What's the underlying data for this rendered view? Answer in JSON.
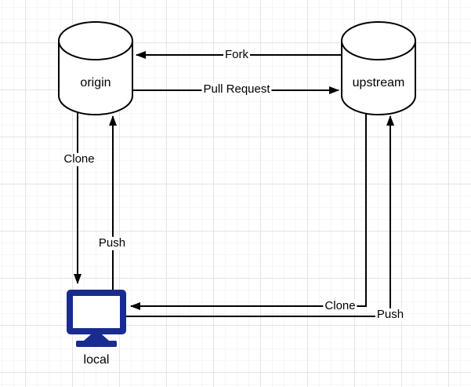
{
  "canvas": {
    "background": "#ffffff",
    "grid_minor_color": "#f6f6f6",
    "grid_major_color": "#e4e4e4"
  },
  "diagram": {
    "type": "git-fork-workflow",
    "stroke_color": "#000000",
    "nodes": {
      "origin": {
        "label": "origin",
        "shape": "database-cylinder",
        "fill": "#ffffff"
      },
      "upstream": {
        "label": "upstream",
        "shape": "database-cylinder",
        "fill": "#ffffff"
      },
      "local": {
        "label": "local",
        "shape": "computer-monitor",
        "fill": "#1a2b8f"
      }
    },
    "edges": [
      {
        "id": "fork",
        "label": "Fork",
        "from": "upstream",
        "to": "origin"
      },
      {
        "id": "pull-request",
        "label": "Pull Request",
        "from": "origin",
        "to": "upstream"
      },
      {
        "id": "clone-origin",
        "label": "Clone",
        "from": "origin",
        "to": "local"
      },
      {
        "id": "push-origin",
        "label": "Push",
        "from": "local",
        "to": "origin"
      },
      {
        "id": "clone-upstream",
        "label": "Clone",
        "from": "upstream",
        "to": "local"
      },
      {
        "id": "push-upstream",
        "label": "Push",
        "from": "local",
        "to": "upstream"
      }
    ]
  }
}
